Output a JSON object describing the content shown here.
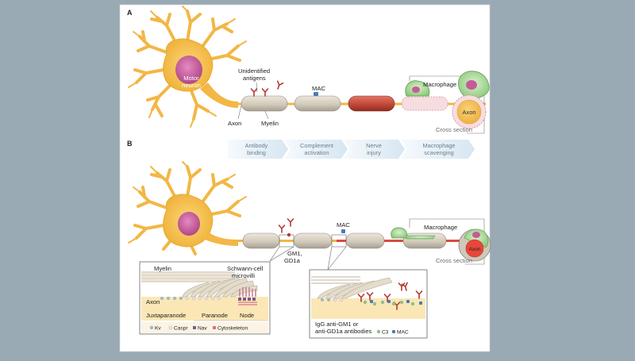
{
  "panel_a": {
    "letter": "A",
    "soma_label": [
      "Motor",
      "neuron"
    ],
    "antigen_label": [
      "Unidentified",
      "antigens"
    ],
    "mac_label": "MAC",
    "axon_label": "Axon",
    "myelin_label": "Myelin",
    "macrophage_label": "Macrophage",
    "cross_axon_label": "Axon",
    "cross_section_label": "Cross section"
  },
  "stages": [
    {
      "line1": "Antibody",
      "line2": "binding"
    },
    {
      "line1": "Complement",
      "line2": "activation"
    },
    {
      "line1": "Nerve",
      "line2": "injury"
    },
    {
      "line1": "Macrophage",
      "line2": "scavenging"
    }
  ],
  "panel_b": {
    "letter": "B",
    "gm1_label": [
      "GM1,",
      "GD1a"
    ],
    "mac_label": "MAC",
    "macrophage_label": "Macrophage",
    "cross_axon_label": "Axon",
    "cross_section_label": "Cross section",
    "inset_left": {
      "myelin": "Myelin",
      "schwann": [
        "Schwann-cell",
        "microvilli"
      ],
      "axon": "Axon",
      "juxtaparanode": "Juxtaparanode",
      "paranode": "Paranode",
      "node": "Node",
      "legend": [
        {
          "label": "Kv",
          "color": "#9fb6c6"
        },
        {
          "label": "Caspr",
          "color": "#e6e6e6"
        },
        {
          "label": "Nav",
          "color": "#7a5a8e"
        },
        {
          "label": "Cytoskeleton",
          "color": "#d9728c"
        }
      ]
    },
    "inset_right": {
      "antibody_text": [
        "IgG anti-GM1 or",
        "anti-GD1a antibodies"
      ],
      "legend": [
        {
          "label": "C3",
          "color": "#8fbf8a"
        },
        {
          "label": "MAC",
          "color": "#4a7bb4"
        }
      ]
    }
  },
  "colors": {
    "neuron": "#f5c04a",
    "nucleus": "#c65a9a",
    "myelin": "#d7d0c3",
    "injured": "#c24b3c",
    "axon_red": "#e8463a",
    "antibody": "#b23a34",
    "stage_bar": "#e8f1f8",
    "macrophage": "#9ed38a"
  }
}
